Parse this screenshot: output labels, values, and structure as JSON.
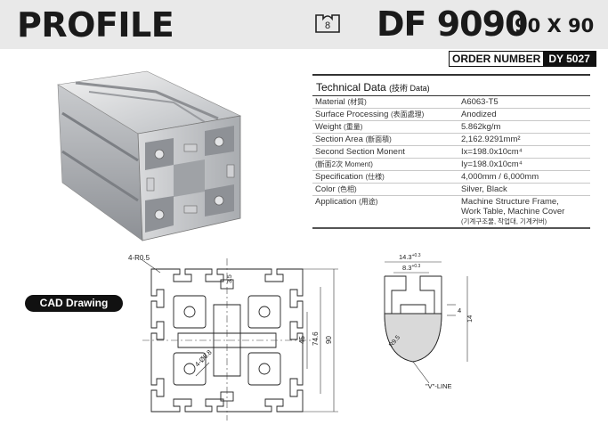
{
  "header": {
    "title": "PROFILE",
    "badge_number": "8",
    "model": "DF 9090",
    "size": "90 X 90"
  },
  "order": {
    "label": "ORDER NUMBER",
    "value": "DY 5027"
  },
  "tech": {
    "title": "Technical Data",
    "title_sub": "(技術 Data)",
    "rows": [
      {
        "k": "Material",
        "ks": "(材質)",
        "v": "A6063-T5"
      },
      {
        "k": "Surface Processing",
        "ks": "(表面處理)",
        "v": "Anodized"
      },
      {
        "k": "Weight",
        "ks": "(重量)",
        "v": "5.862kg/m"
      },
      {
        "k": "Section Area",
        "ks": "(斷面積)",
        "v": "2,162.9291mm²"
      },
      {
        "k": "Second Section Monent",
        "ks": "",
        "v": "Ix=198.0x10cm⁴"
      },
      {
        "k": "",
        "ks": "(斷面2次 Moment)",
        "v": "Iy=198.0x10cm⁴"
      },
      {
        "k": "Specification",
        "ks": "(仕様)",
        "v": "4,000mm / 6,000mm"
      },
      {
        "k": "Color",
        "ks": "(色相)",
        "v": "Silver, Black"
      },
      {
        "k": "Application",
        "ks": "(用途)",
        "v": "Machine Structure Frame,"
      }
    ],
    "app_line2": "Work Table, Machine Cover",
    "app_korean": "(기계구조물, 작업대, 기계커버)"
  },
  "cad": {
    "button": "CAD Drawing",
    "dims": {
      "r": "4-R0.5",
      "hole": "4-Ø6.8",
      "d35": "3.5",
      "d45": "45",
      "d746": "74.6",
      "d90": "90"
    },
    "detail": {
      "w143": "14.3",
      "w143_tol": "+0.3",
      "w143_tol2": "0",
      "w83": "8.3",
      "w83_tol": "+0.3",
      "w83_tol2": "0",
      "r": "R9.5",
      "d4": "4",
      "d14": "14",
      "vline": "\"V\"-LINE"
    }
  }
}
